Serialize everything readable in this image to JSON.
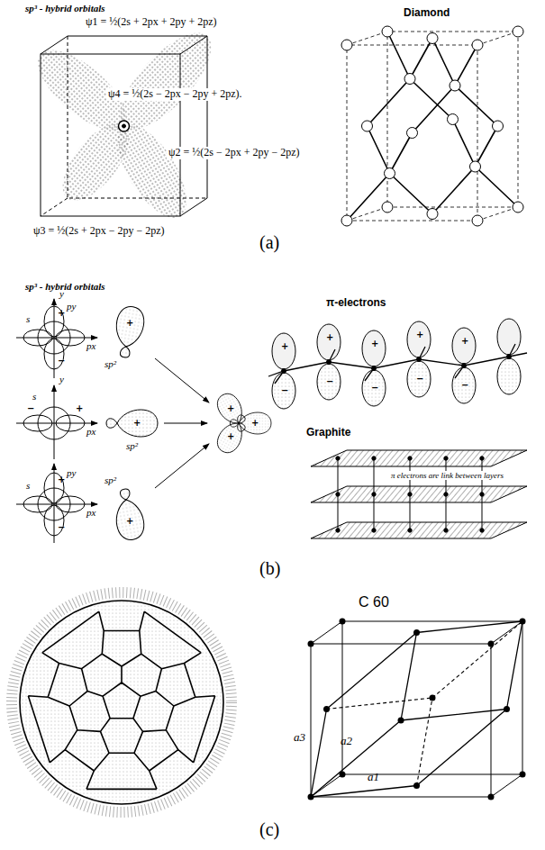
{
  "diagram": {
    "labels": [
      "sp³ - hybrid orbitals",
      "ψ1 = ½(2s + 2px + 2py + 2pz)",
      "ψ4 = ½(2s − 2px − 2py + 2pz).",
      "ψ2 = ½(2s − 2px + 2py − 2pz)",
      "ψ3 = ½(2s + 2px − 2py − 2pz)",
      "Diamond",
      "(a)",
      "sp³ - hybrid orbitals",
      "y",
      "s",
      "py",
      "px",
      "+",
      "−",
      "+",
      "sp²",
      "y",
      "s",
      "px",
      "+",
      "−",
      "+",
      "sp²",
      "s",
      "py",
      "px",
      "+",
      "−",
      "+",
      "sp²",
      "+",
      "+",
      "+",
      "π-electrons",
      "+",
      "+",
      "+",
      "+",
      "+",
      "−",
      "−",
      "−",
      "−",
      "−",
      "Graphite",
      "π electrons are link between layers",
      "(b)",
      "C 60",
      "a1",
      "a2",
      "a3",
      "(c)"
    ]
  }
}
